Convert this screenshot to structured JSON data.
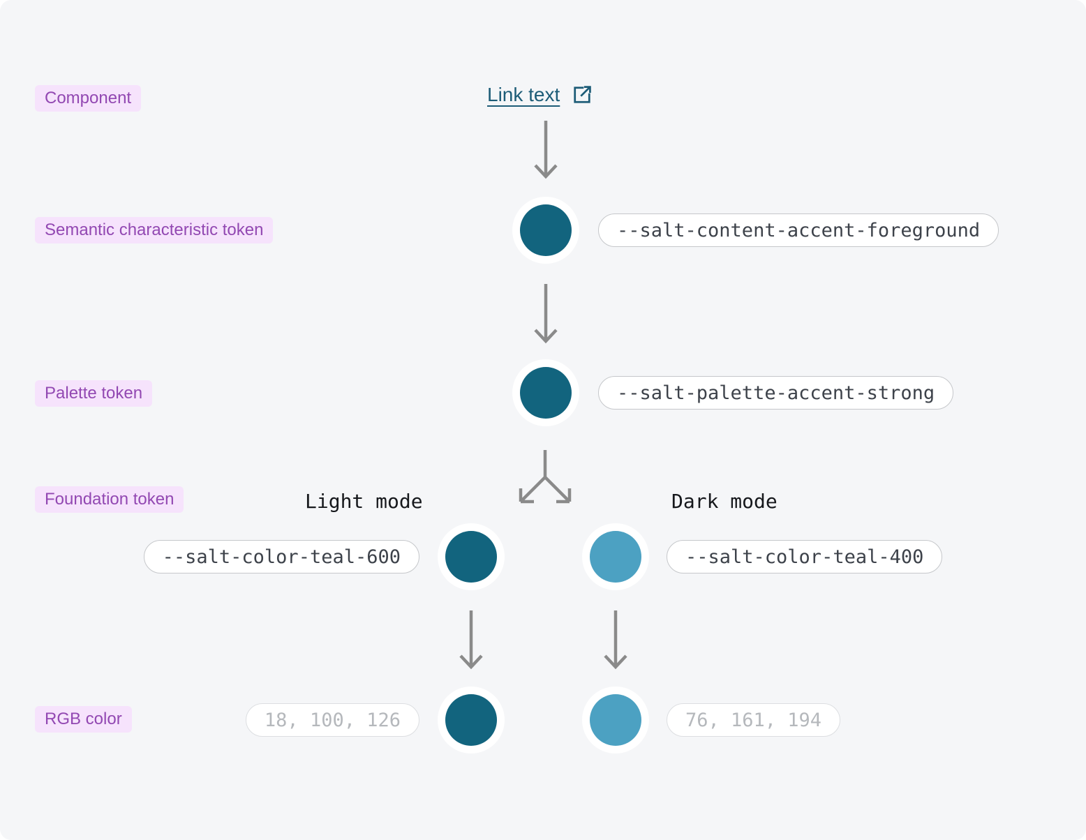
{
  "row_labels": {
    "component": "Component",
    "semantic": "Semantic characteristic token",
    "palette": "Palette token",
    "foundation": "Foundation token",
    "rgb": "RGB color"
  },
  "link": {
    "text": "Link text",
    "icon": "external-link-icon"
  },
  "modes": {
    "light": "Light mode",
    "dark": "Dark mode"
  },
  "tokens": {
    "semantic": "--salt-content-accent-foreground",
    "palette": "--salt-palette-accent-strong",
    "light_foundation": "--salt-color-teal-600",
    "dark_foundation": "--salt-color-teal-400",
    "light_rgb": "18, 100, 126",
    "dark_rgb": "76, 161, 194"
  },
  "colors": {
    "teal_600": "#12647e",
    "teal_400": "#4ca1c2",
    "label_bg": "#f6e3fc",
    "label_text": "#9248b2",
    "link": "#1d5c77",
    "arrow": "#8a8a8a",
    "canvas_bg": "#f5f6f8",
    "pill_text": "#3d424a",
    "pill_muted_text": "#b5b8bc"
  }
}
